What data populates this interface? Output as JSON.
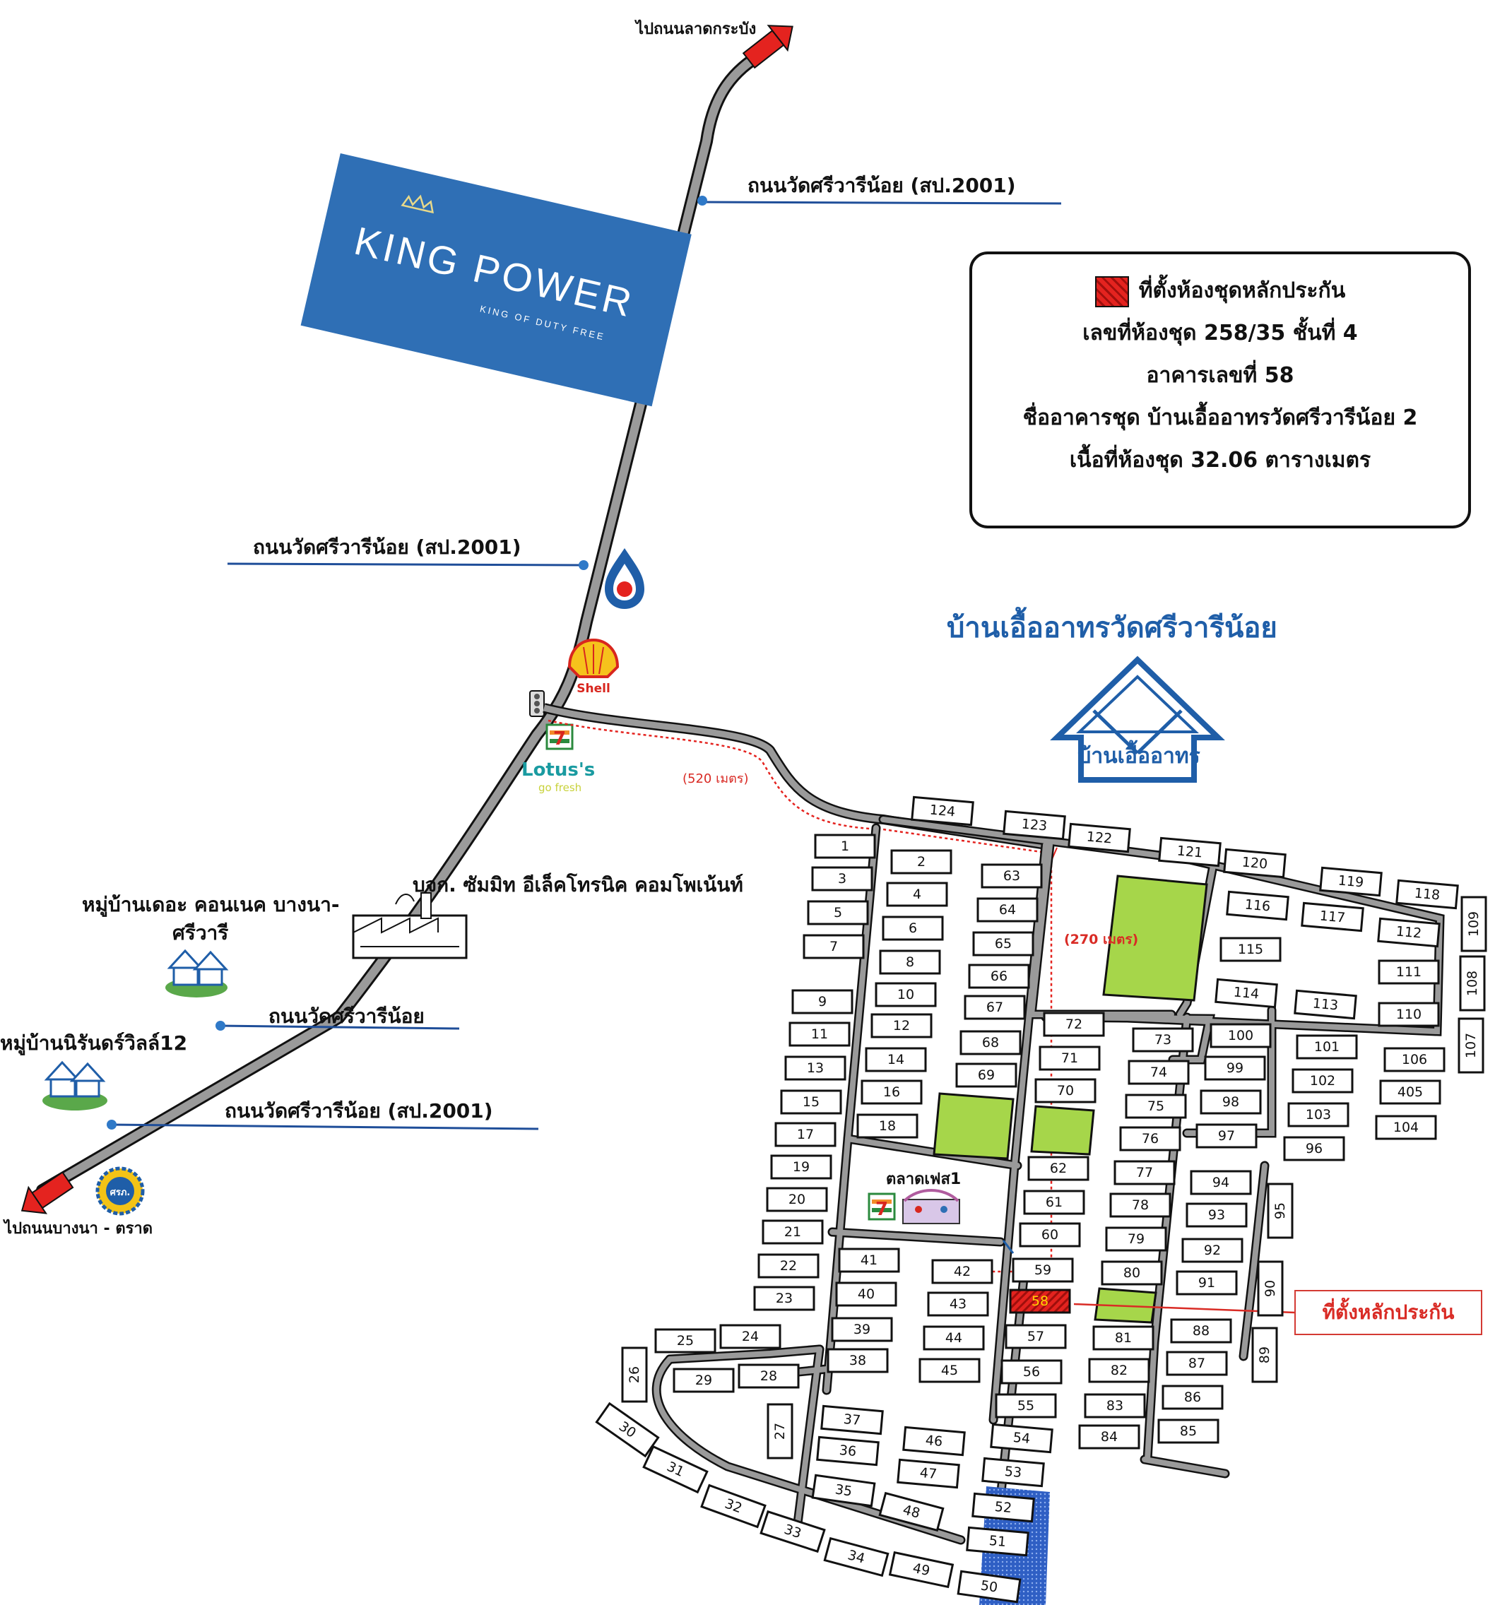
{
  "direction_labels": {
    "north": "ไปถนนลาดกระบัง",
    "south": "ไปถนนบางนา - ตราด"
  },
  "road_labels": {
    "upper_right": "ถนนวัดศรีวารีน้อย (สป.2001)",
    "middle_left": "ถนนวัดศรีวารีน้อย (สป.2001)",
    "lower_mid": "ถนนวัดศรีวารีน้อย",
    "lower": "ถนนวัดศรีวารีน้อย (สป.2001)"
  },
  "king_power": {
    "title": "KING POWER",
    "subtitle": "KING OF DUTY FREE"
  },
  "brands": {
    "shell": "Shell",
    "lotus_main": "Lotus's",
    "lotus_sub": "go fresh",
    "seven": "7",
    "cro": "ศรภ."
  },
  "places": {
    "factory": "บจก. ซัมมิท อีเล็คโทรนิค คอมโพเน้นท์",
    "village1_line1": "หมู่บ้านเดอะ คอนเนค บางนา-",
    "village1_line2": "ศรีวารี",
    "village2": "หมู่บ้านนิรันดร์วิลล์12",
    "market": "ตลาดเฟส1"
  },
  "distances": {
    "d520": "(520 เมตร)",
    "d270": "(270 เมตร)"
  },
  "project": {
    "name": "บ้านเอื้ออาทรวัดศรีวารีน้อย",
    "logo_text": "บ้านเอื้ออาทร"
  },
  "legend": {
    "line1": "ที่ตั้งห้องชุดหลักประกัน",
    "line2": "เลขที่ห้องชุด 258/35 ชั้นที่ 4",
    "line3": "อาคารเลขที่ 58",
    "line4": "ชื่ออาคารชุด บ้านเอื้ออาทรวัดศรีวารีน้อย 2",
    "line5": "เนื้อที่ห้องชุด 32.06 ตารางเมตร"
  },
  "collateral_label": "ที่ตั้งหลักประกัน",
  "plots": [
    "1",
    "2",
    "3",
    "4",
    "5",
    "6",
    "7",
    "8",
    "9",
    "10",
    "11",
    "12",
    "13",
    "14",
    "15",
    "16",
    "17",
    "18",
    "19",
    "20",
    "21",
    "22",
    "23",
    "24",
    "25",
    "26",
    "27",
    "28",
    "29",
    "30",
    "31",
    "32",
    "33",
    "34",
    "35",
    "36",
    "37",
    "38",
    "39",
    "40",
    "41",
    "42",
    "43",
    "44",
    "45",
    "46",
    "47",
    "48",
    "49",
    "50",
    "51",
    "52",
    "53",
    "54",
    "55",
    "56",
    "57",
    "58",
    "59",
    "60",
    "61",
    "62",
    "63",
    "64",
    "65",
    "66",
    "67",
    "68",
    "69",
    "70",
    "71",
    "72",
    "73",
    "74",
    "75",
    "76",
    "77",
    "78",
    "79",
    "80",
    "81",
    "82",
    "83",
    "84",
    "85",
    "86",
    "87",
    "88",
    "89",
    "90",
    "91",
    "92",
    "93",
    "94",
    "95",
    "96",
    "97",
    "98",
    "99",
    "100",
    "101",
    "102",
    "103",
    "104",
    "405",
    "106",
    "107",
    "108",
    "109",
    "110",
    "111",
    "112",
    "113",
    "114",
    "115",
    "116",
    "117",
    "118",
    "119",
    "120",
    "121",
    "122",
    "123",
    "124"
  ],
  "colors": {
    "road": "#8c8c8c",
    "collateral": "#e4231f",
    "green_area": "#a6d64a",
    "blue_label": "#1f5ea8",
    "king_power": "#2f6fb5"
  }
}
